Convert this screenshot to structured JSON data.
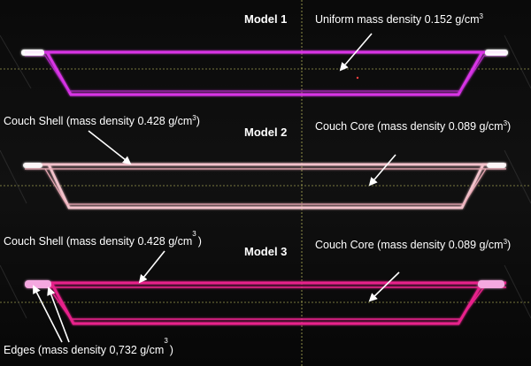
{
  "colors": {
    "background": "#050505",
    "model1_outline": "#d935e6",
    "model2_outline": "#f3c2cb",
    "model3_outline": "#e8208b",
    "arrow": "#ffffff",
    "guide_line": "#d8d86a"
  },
  "panels": [
    {
      "title": "Model 1",
      "labels": {
        "uniform": {
          "text": "Uniform mass density 0.152 g/cm",
          "sup": "3"
        }
      }
    },
    {
      "title": "Model 2",
      "labels": {
        "shell": {
          "text": "Couch Shell (mass density 0.428 g/cm",
          "sup": "3",
          "tail": ")"
        },
        "core": {
          "text": "Couch Core (mass density 0.089 g/cm",
          "sup": "3",
          "tail": ")"
        }
      }
    },
    {
      "title": "Model 3",
      "labels": {
        "shell": {
          "text": "Couch Shell (mass density 0.428 g/cm",
          "sup": "3",
          "tail": ")"
        },
        "core": {
          "text": "Couch Core (mass density 0.089 g/cm",
          "sup": "3",
          "tail": ")"
        },
        "edges": {
          "text": "Edges (mass density 0,732 g/cm",
          "sup": "3",
          "tail": ")"
        }
      }
    }
  ]
}
